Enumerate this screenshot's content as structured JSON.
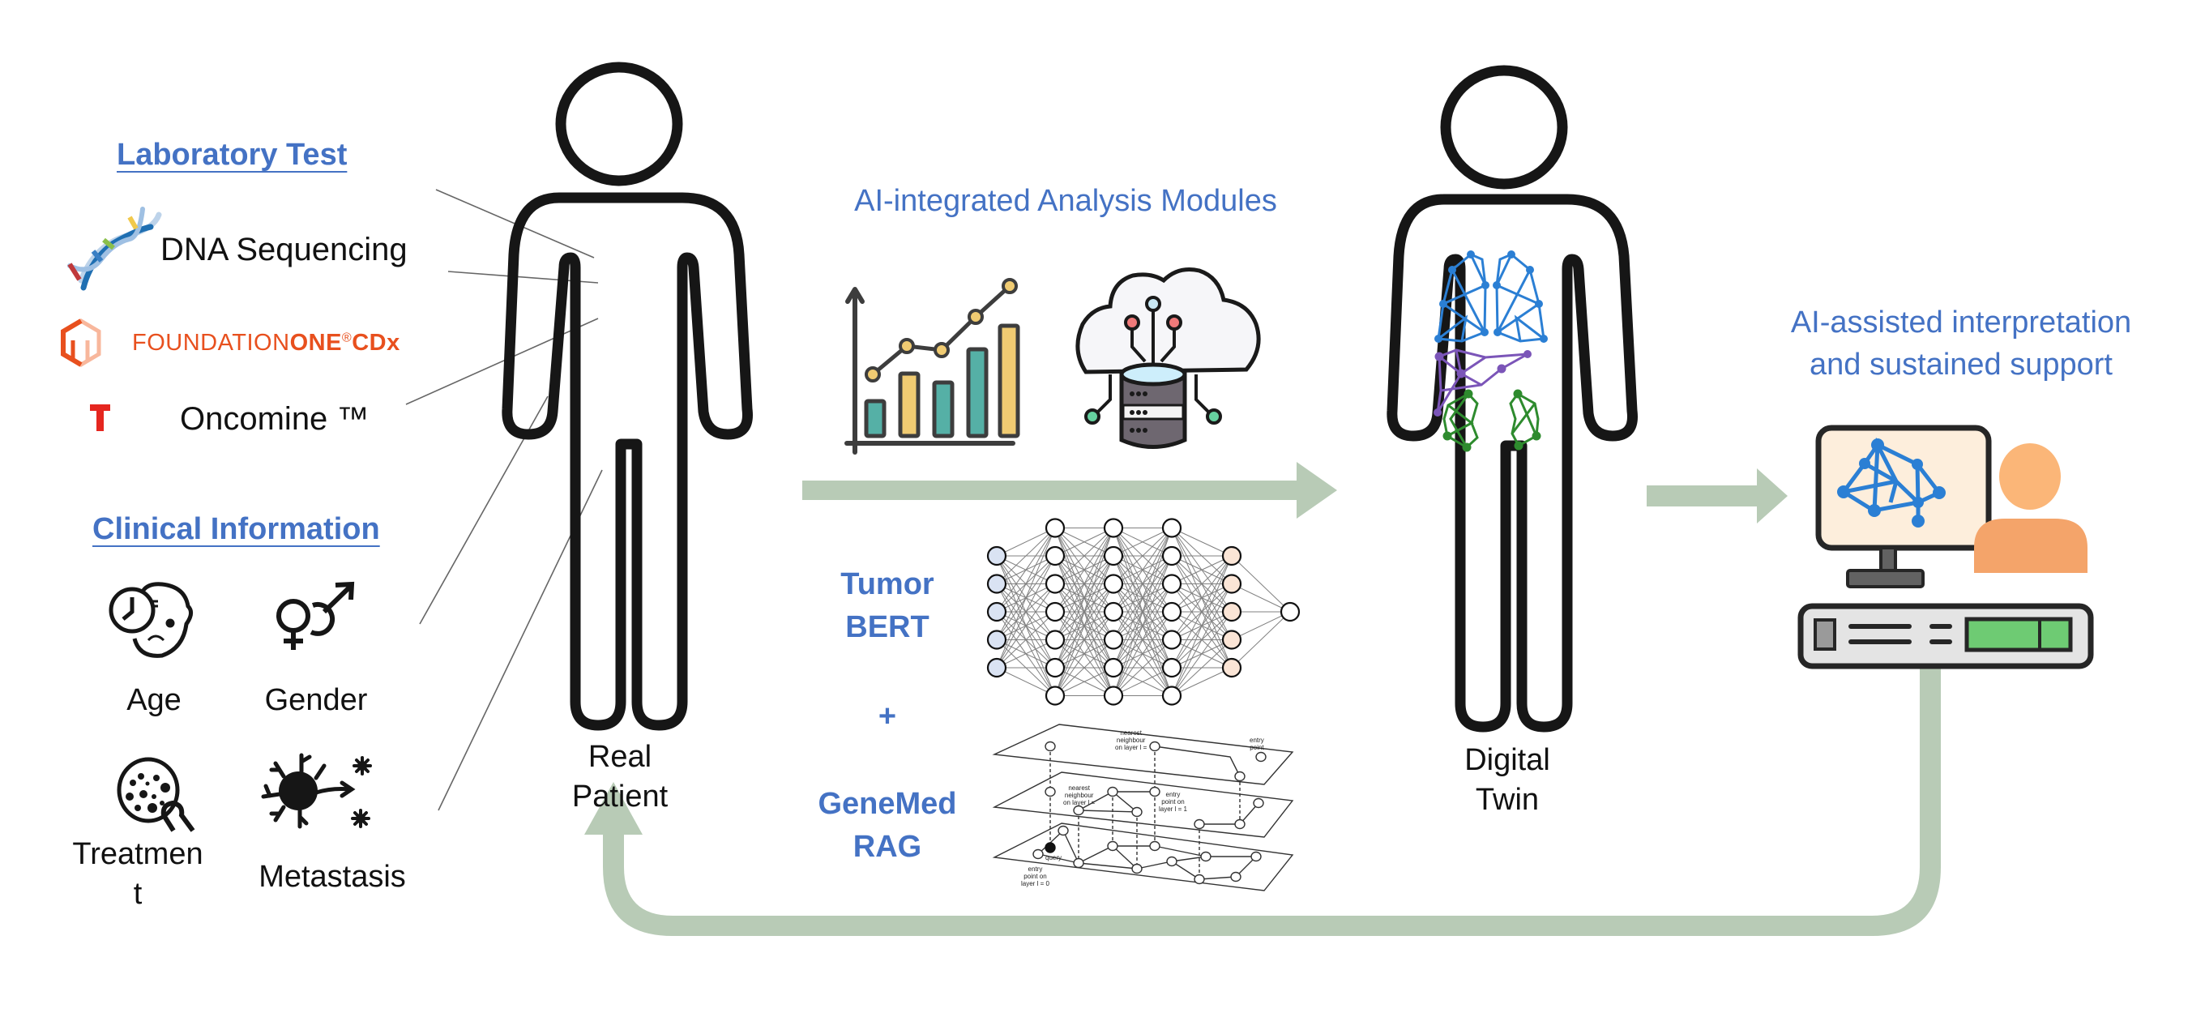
{
  "laboratory": {
    "heading": "Laboratory Test",
    "items": [
      {
        "label": "DNA Sequencing",
        "icon": "dna-helix-icon"
      },
      {
        "label_regular": "FOUNDATION",
        "label_bold": "ONE",
        "label_reg_mark": "®",
        "label_suffix": "CDx",
        "icon": "foundation-one-logo-icon"
      },
      {
        "label": "Oncomine ™",
        "icon": "oncomine-t-logo-icon"
      }
    ]
  },
  "clinical": {
    "heading": "Clinical Information",
    "items": [
      {
        "label": "Age",
        "icon": "aging-clock-face-icon"
      },
      {
        "label": "Gender",
        "icon": "gender-symbols-icon"
      },
      {
        "label_line1": "Treatmen",
        "label_line2": "t",
        "icon": "tumor-ribbon-icon"
      },
      {
        "label": "Metastasis",
        "icon": "metastasis-cell-icon"
      }
    ]
  },
  "real_patient": {
    "line1": "Real",
    "line2": "Patient"
  },
  "digital_twin": {
    "line1": "Digital",
    "line2": "Twin"
  },
  "analysis": {
    "title": "AI-integrated Analysis Modules",
    "model1_line1": "Tumor",
    "model1_line2": "BERT",
    "plus": "+",
    "model2_line1": "GeneMed",
    "model2_line2": "RAG",
    "neural_network_layers": [
      5,
      7,
      7,
      7,
      5,
      1
    ],
    "hnsw_labels": {
      "top_nearest": [
        "nearest",
        "neighbour",
        "on layer l ="
      ],
      "top_entry": [
        "entry",
        "point"
      ],
      "mid_nearest": [
        "nearest",
        "neighbour",
        "on layer l ="
      ],
      "mid_entry": [
        "entry",
        "point on",
        "layer l = 1"
      ],
      "query": "query",
      "bottom_entry": [
        "entry",
        "point on",
        "layer l = 0"
      ]
    }
  },
  "support": {
    "line1": "AI-assisted interpretation",
    "line2": "and sustained support"
  },
  "colors": {
    "accent_blue": "#4472c4",
    "arrow_green": "#b8cbb6",
    "foundation_orange": "#e8501e",
    "oncomine_red": "#e5261f",
    "lung_blue": "#2b7fd4",
    "liver_purple": "#7b55b8",
    "kidney_green": "#2e8b2e",
    "teal_bar": "#55b0a6",
    "yellow_bar": "#f0cb72",
    "person_orange": "#f4a46a"
  }
}
